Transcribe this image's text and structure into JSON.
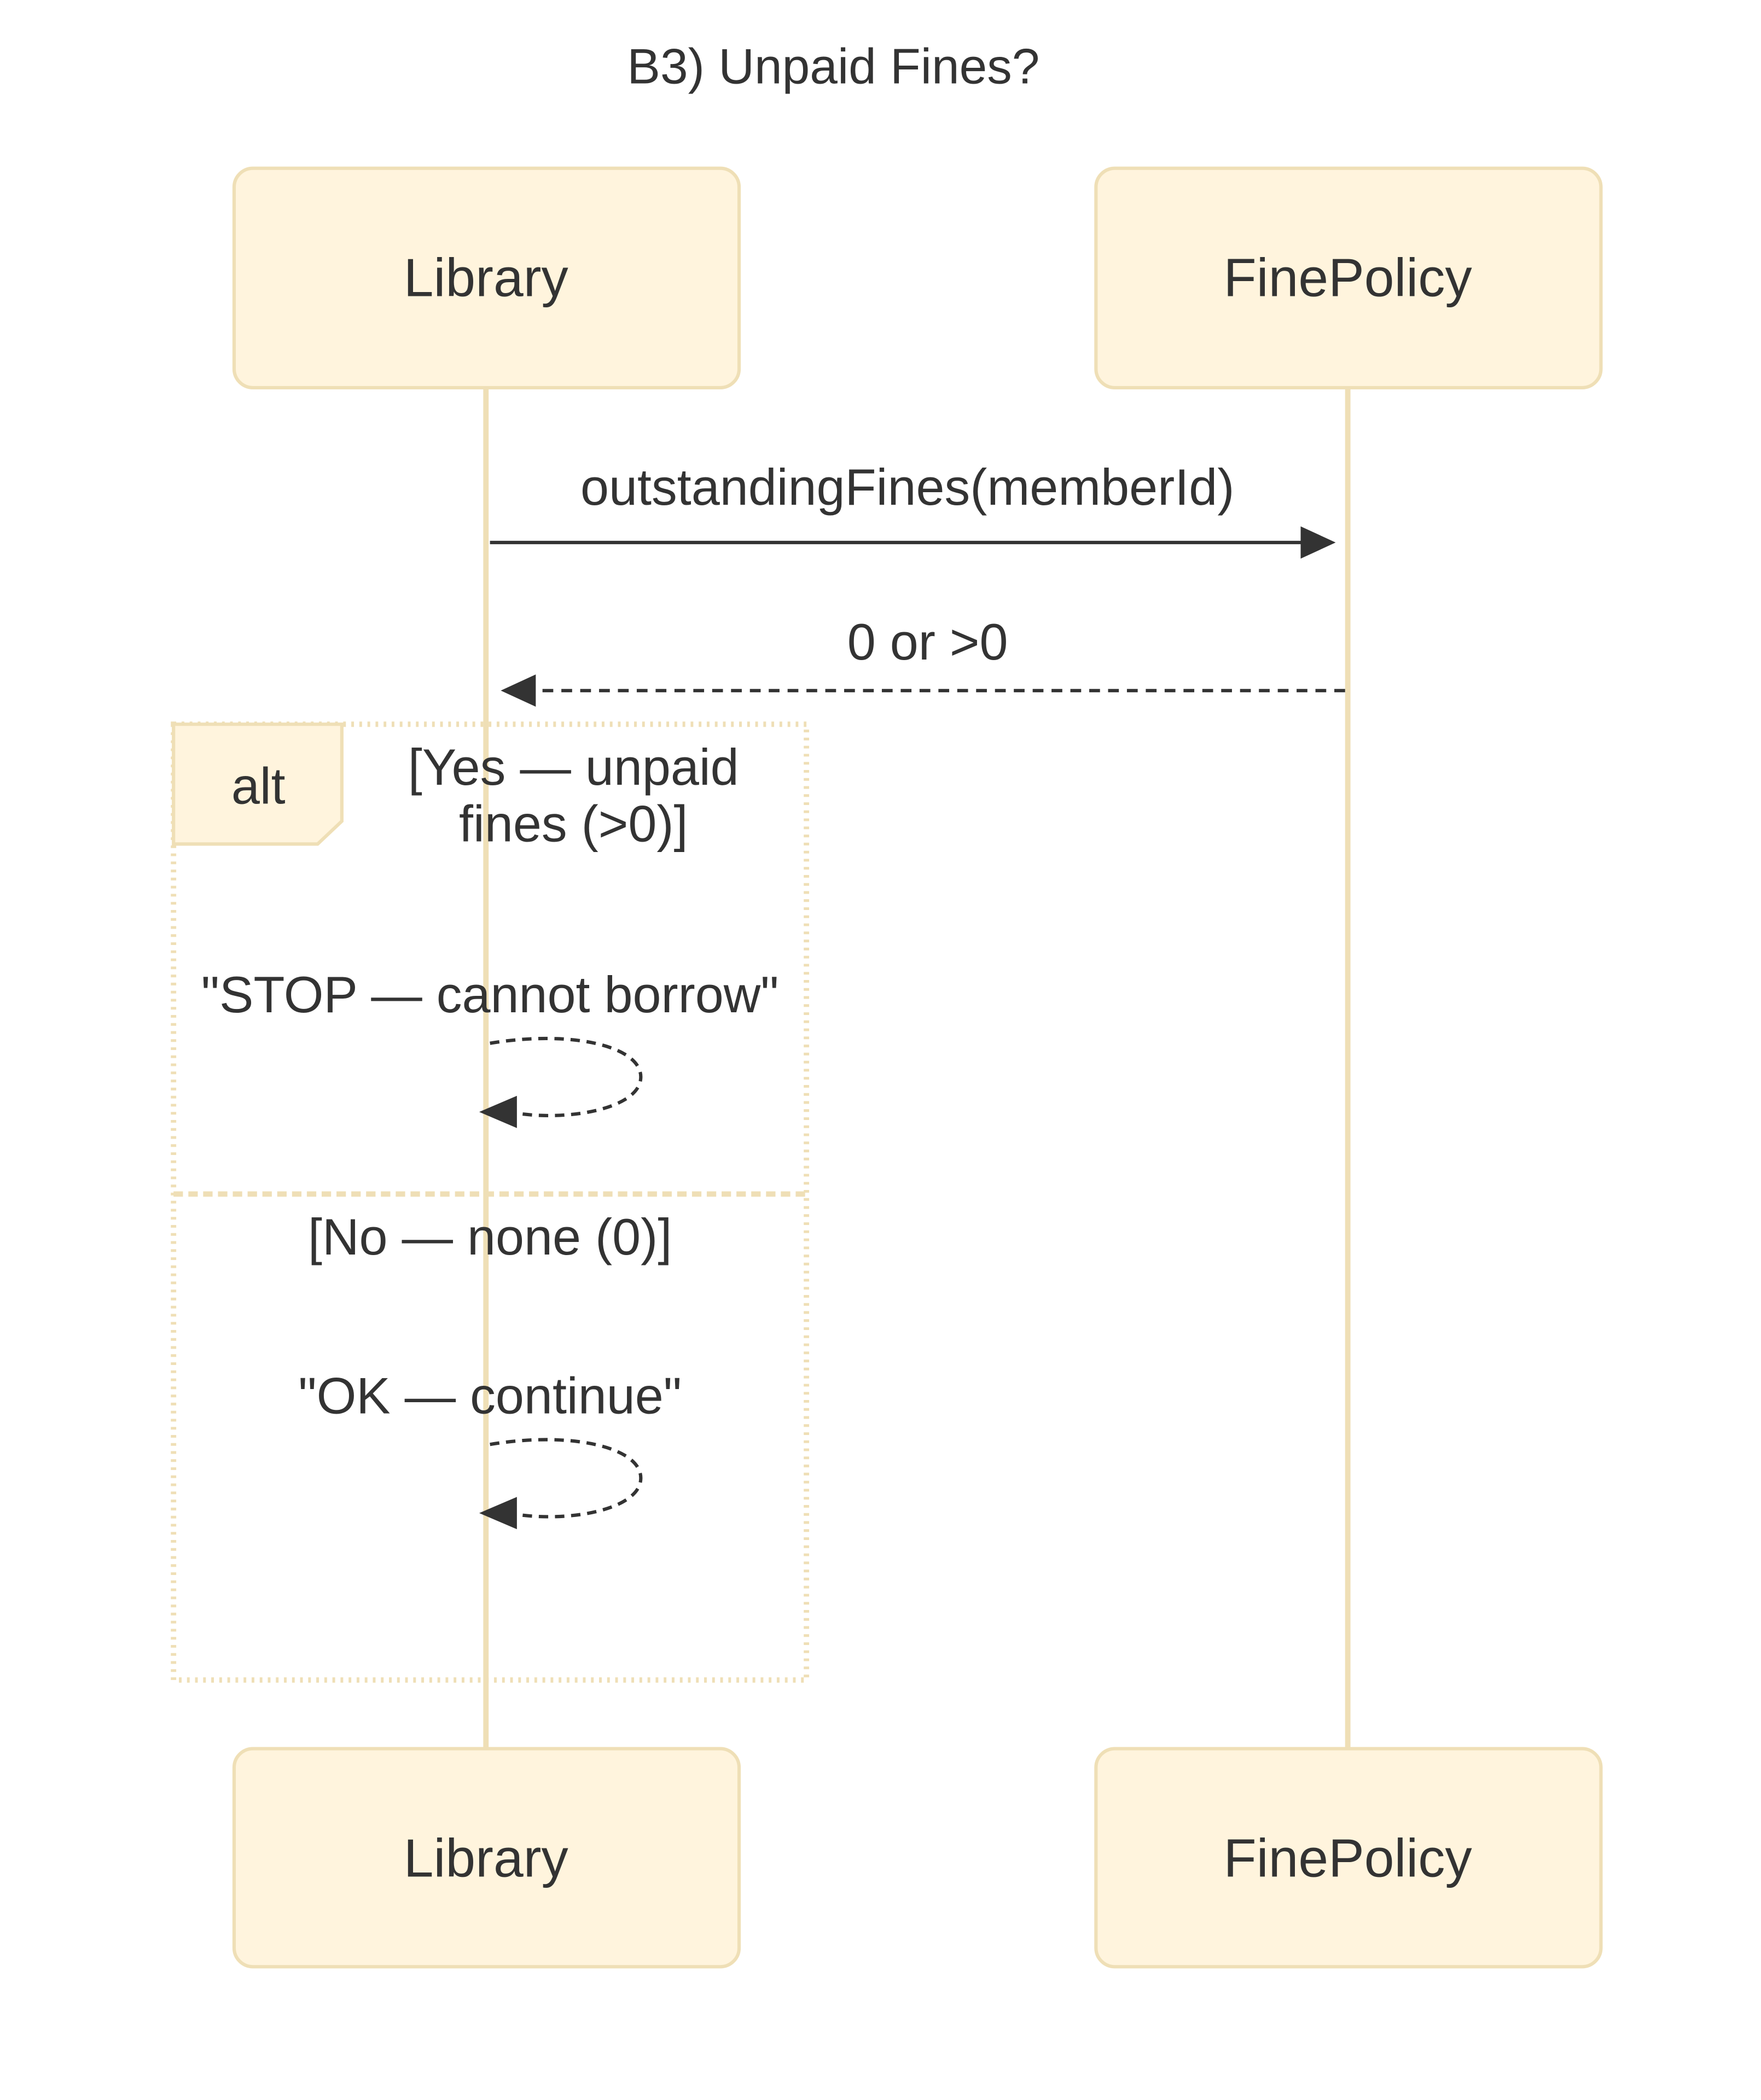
{
  "title": "B3) Unpaid Fines?",
  "participants": [
    {
      "id": "library",
      "label": "Library"
    },
    {
      "id": "finepolicy",
      "label": "FinePolicy"
    }
  ],
  "messages": [
    {
      "id": "msg1",
      "from": "library",
      "to": "finepolicy",
      "label": "outstandingFines(memberId)",
      "style": "solid"
    },
    {
      "id": "msg2",
      "from": "finepolicy",
      "to": "library",
      "label": "0 or >0",
      "style": "dashed"
    }
  ],
  "alt_frame": {
    "keyword": "alt",
    "sections": [
      {
        "guard_line1": "[Yes — unpaid",
        "guard_line2": "fines (>0)]",
        "self_message": "\"STOP — cannot borrow\""
      },
      {
        "guard": "[No — none (0)]",
        "self_message": "\"OK — continue\""
      }
    ]
  },
  "colors": {
    "actor_fill": "#fff4dd",
    "actor_stroke": "#efdfb6",
    "text": "#333333"
  }
}
